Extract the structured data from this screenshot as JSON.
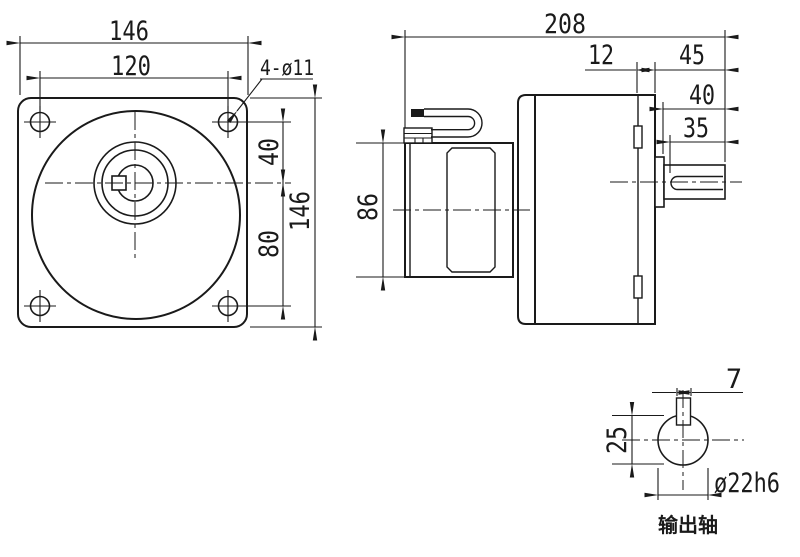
{
  "meta": {
    "description": "Gear motor dimensional engineering drawing, three views, black lines on white",
    "line_color": "#1a1a1a",
    "background": "#ffffff"
  },
  "front_view": {
    "overall_width": "146",
    "bolt_hole_spacing": "120",
    "bolt_holes_note": "4-ø11",
    "center_to_top_holes": "40",
    "center_to_bottom_holes": "80",
    "overall_height": "146"
  },
  "side_view": {
    "overall_length": "208",
    "flange_plate_thickness": "12",
    "shaft_protrusion": "45",
    "shaft_length": "40",
    "keyway_length": "35",
    "rear_body_height": "86"
  },
  "shaft_detail": {
    "keyway_width": "7",
    "section_height": "25",
    "shaft_diameter": "ø22h6",
    "caption": "输出轴"
  }
}
